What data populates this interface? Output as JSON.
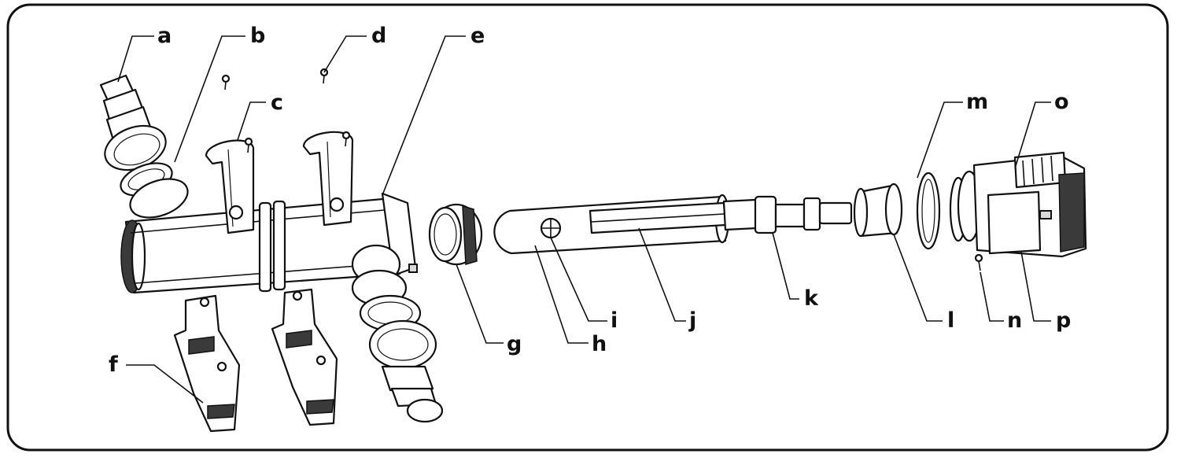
{
  "diagram": {
    "labels": {
      "a": "a",
      "b": "b",
      "c": "c",
      "d": "d",
      "e": "e",
      "f": "f",
      "g": "g",
      "h": "h",
      "i": "i",
      "j": "j",
      "k": "k",
      "l": "l",
      "m": "m",
      "n": "n",
      "o": "o",
      "p": "p"
    }
  }
}
